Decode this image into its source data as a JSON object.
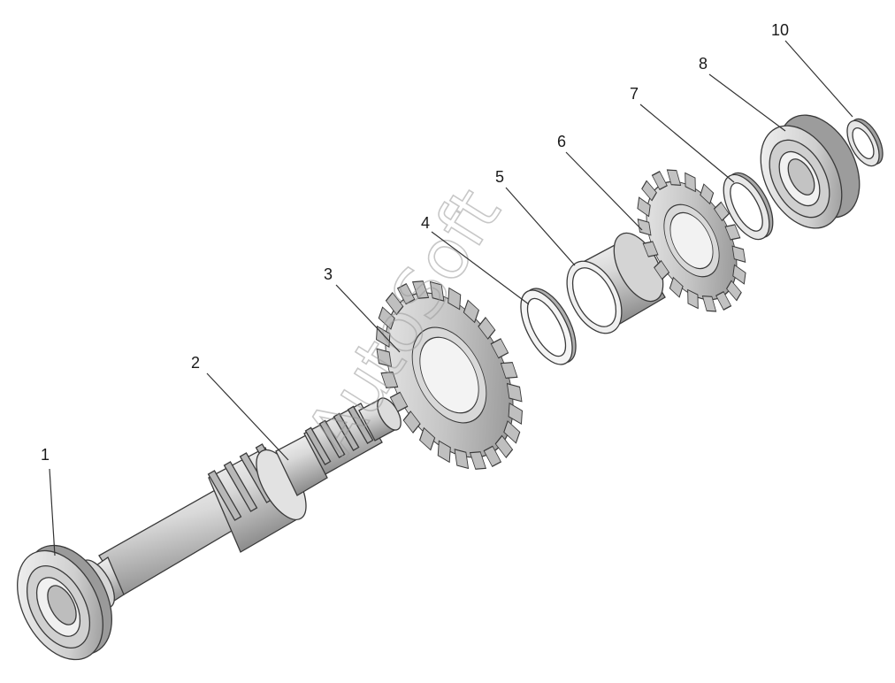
{
  "watermark": {
    "text": "AutoSoft"
  },
  "callouts": [
    {
      "id": "1",
      "label": "1"
    },
    {
      "id": "2",
      "label": "2"
    },
    {
      "id": "3",
      "label": "3"
    },
    {
      "id": "4",
      "label": "4"
    },
    {
      "id": "5",
      "label": "5"
    },
    {
      "id": "6",
      "label": "6"
    },
    {
      "id": "7",
      "label": "7"
    },
    {
      "id": "8",
      "label": "8"
    },
    {
      "id": "10",
      "label": "10"
    }
  ],
  "colors": {
    "metal_light": "#f2f2f2",
    "metal_mid": "#c9c9c9",
    "metal_dark": "#7d7d7d",
    "outline": "#3a3a3a"
  }
}
